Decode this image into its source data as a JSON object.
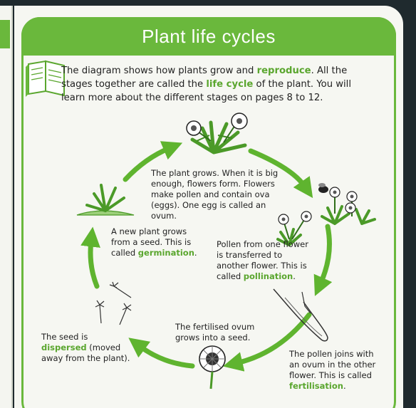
{
  "title": "Plant life cycles",
  "intro": {
    "part1": "The diagram shows how plants grow and ",
    "kw1": "reproduce",
    "part2": ". All the stages together are called the ",
    "kw2": "life cycle",
    "part3": " of the plant. You will learn more about the different stages on pages 8 to 12."
  },
  "stages": {
    "grows": "The plant grows. When it is big enough, flowers form. Flowers make pollen and contain ova (eggs). One egg is called an ovum.",
    "germination": {
      "before": "A new plant grows from a seed. This is called ",
      "kw": "germination",
      "after": "."
    },
    "pollination": {
      "before": "Pollen from one flower is transferred to another flower. This is called ",
      "kw": "pollination",
      "after": "."
    },
    "seed": "The fertilised ovum grows into a seed.",
    "dispersed": {
      "before": "The seed is ",
      "kw": "dispersed",
      "after": " (moved away from the plant)."
    },
    "fertilisation": {
      "before": "The pollen joins with an ovum in the other flower. This is called ",
      "kw": "fertilisation",
      "after": "."
    }
  },
  "colors": {
    "accent": "#6ab83c",
    "keyword": "#5aa62e",
    "page": "#f6f7f2",
    "arrow": "#5fb42f"
  },
  "icons": [
    "book-icon",
    "dandelion-plant-icon",
    "insect-icon",
    "pollen-tube-icon",
    "seed-head-icon",
    "floating-seeds-icon",
    "seedling-icon"
  ]
}
